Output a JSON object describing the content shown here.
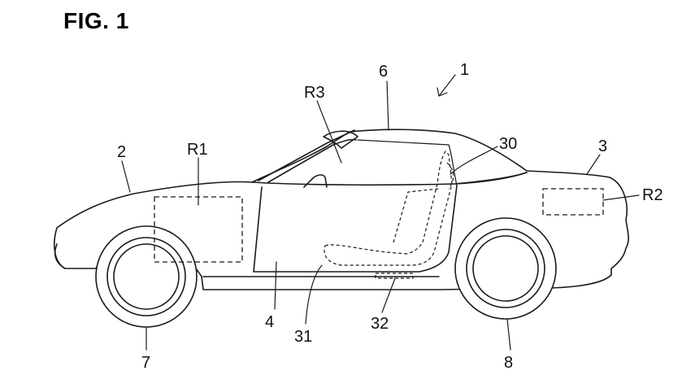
{
  "figure": {
    "title": "FIG. 1"
  },
  "labels": {
    "vehicle": "1",
    "front_body": "2",
    "rear_body": "3",
    "cabin": "4",
    "roof": "6",
    "front_wheel": "7",
    "rear_wheel": "8",
    "seatbelt_device": "30",
    "seat_cushion": "31",
    "seat_rail": "32",
    "region_front": "R1",
    "region_rear": "R2",
    "region_cabin": "R3"
  }
}
